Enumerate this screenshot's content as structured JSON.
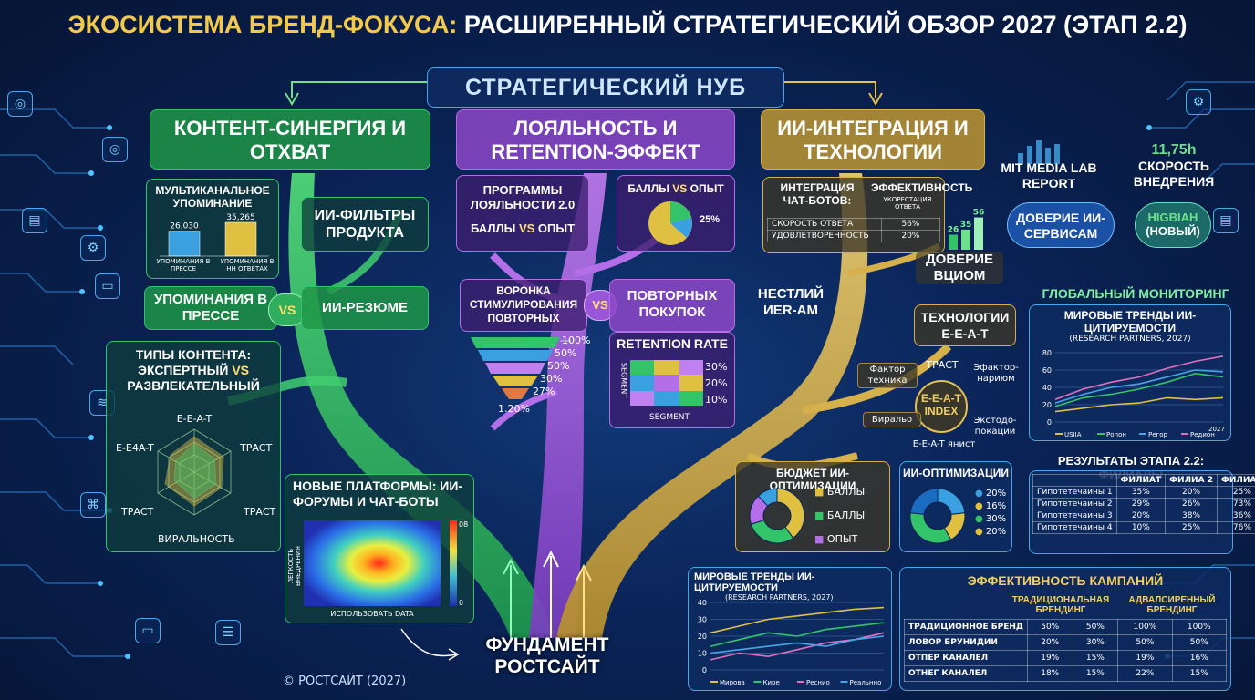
{
  "title": {
    "accent": "ЭКОСИСТЕМА БРЕНД-ФОКУСА:",
    "rest": "РАСШИРЕННЫЙ СТРАТЕГИЧЕСКИЙ ОБЗОР 2027 (ЭТАП 2.2)"
  },
  "hub": "СТРАТЕГИЧЕСКИЙ НУБ",
  "foundation": "ФУНДАМЕНТ РОСТСАЙТ",
  "copyright": "© РОСТСАЙТ (2027)",
  "colors": {
    "green": "#33c46a",
    "purple": "#b36ee8",
    "gold": "#d6b04a",
    "blue": "#47a6e8",
    "title_gold": "#f2c94c"
  },
  "branches": {
    "green": "КОНТЕНТ-СИНЕРГИЯ И ОТХВАТ",
    "purple": "ЛОЯЛЬНОСТЬ И RETENTION-ЭФФЕКТ",
    "gold": "ИИ-ИНТЕГРАЦИЯ И ТЕХНОЛОГИИ"
  },
  "multichannel": {
    "title": "МУЛЬТИКАНАЛЬНОЕ УПОМИНАНИЕ",
    "bars": [
      {
        "value": 26030,
        "label": "26,030",
        "caption": "УПОМИНАНИЯ В ПРЕССЕ",
        "color": "#3aa0e0"
      },
      {
        "value": 35265,
        "label": "35,265",
        "caption": "УПОМИНАНИЯ В НН ОТВЕТАХ",
        "color": "#e0c040"
      }
    ]
  },
  "ai_filters": "ИИ-ФИЛЬТРЫ ПРОДУКТА",
  "press_vs": {
    "left": "УПОМИНАНИЯ В ПРЕССЕ",
    "vs": "VS",
    "right": "ИИ-РЕЗЮМЕ"
  },
  "content_types": {
    "title_a": "ТИПЫ КОНТЕНТА:",
    "title_b": "ЭКСПЕРТНЫЙ",
    "vs": "VS",
    "title_c": "РАЗВЛЕКАТЕЛЬНЫЙ",
    "axes": [
      "E-E-A-T",
      "ТРАСТ",
      "ТРАСТ",
      "ВИРАЛЬНОСТЬ",
      "ТРАСТ",
      "E-E4A-T"
    ]
  },
  "new_platforms": {
    "title": "НОВЫЕ ПЛАТФОРМЫ: ИИ-ФОРУМЫ И ЧАТ-БОТЫ",
    "ylabel": "ЛЕГКОСТЬ ВНЕДРЕНИЯ",
    "xlabel": "ИСПОЛЬЗОВАТЬ DATA",
    "scale_max": "08",
    "scale_min": "0"
  },
  "loyalty_programs": {
    "title": "ПРОГРАММЫ ЛОЯЛЬНОСТИ 2.0",
    "sub_a": "БАЛЛЫ",
    "vs": "VS",
    "sub_b": "ОПЫТ"
  },
  "points_vs": {
    "a": "БАЛЛЫ",
    "vs": "VS",
    "b": "ОПЫТ",
    "pct": "25%"
  },
  "funnel": {
    "left": "ВОРОНКА СТИМУЛИРОВАНИЯ ПОВТОРНЫХ",
    "vs": "VS",
    "right": "ПОВТОРНЫХ ПОКУПОК",
    "levels": [
      "100%",
      "50%",
      "50%",
      "30%",
      "27%"
    ],
    "bottom": "1.20%"
  },
  "retention": {
    "title": "RETENTION RATE",
    "ylabel": "SEGMENT",
    "xlabel": "SEGMENT",
    "values": [
      "30%",
      "20%",
      "10%"
    ]
  },
  "chatbots": {
    "col_a": "ИНТЕГРАЦИЯ ЧАТ-БОТОВ:",
    "col_b": "ЭФФЕКТИВНОСТЬ",
    "col_b_sub": "УКОРЕСТАЦИЯ ОТВЕТА",
    "rows": [
      {
        "label": "СКОРОСТЬ ОТВЕТА",
        "value": "56%"
      },
      {
        "label": "УДОВЛЕТВОРЕННОСТЬ",
        "value": "20%"
      }
    ],
    "bars": [
      26,
      35,
      56
    ],
    "bar_labels": [
      "26",
      "35",
      "56"
    ]
  },
  "mit": "MIT MEDIA LAB REPORT",
  "speed": {
    "value": "11,75h",
    "label": "СКОРОСТЬ ВНЕДРЕНИЯ"
  },
  "trust_ai": "ДОВЕРИЕ ИИ-СЕРВИСАМ",
  "new_badge": {
    "top": "HIGBIAH",
    "bottom": "(НОВЫЙ)"
  },
  "trust_vc": "ДОВЕРИЕ ВЦИОМ",
  "nestly": "НЕСТЛИЙ ИЕR-AM",
  "eeat_tech": "ТЕХНОЛОГИИ E-E-A-T",
  "eeat_index": {
    "center_a": "E-E-A-T",
    "center_b": "INDEX",
    "labels": [
      "ТРАСТ",
      "Фактор техника",
      "Эфактор-нариюм",
      "Виральо",
      "Экстодо-покации",
      "E-E-A-T янист"
    ]
  },
  "budget": {
    "title": "БЮДЖЕТ ИИ-ОПТИМИЗАЦИИ",
    "legend": [
      "БАЛЛЫ",
      "БАЛЛЫ",
      "ОПЫТ"
    ],
    "slices": [
      40,
      30,
      18,
      12
    ],
    "slice_colors": [
      "#e0c040",
      "#33c46a",
      "#b36ee8",
      "#3aa0e0"
    ]
  },
  "ai_opt": {
    "title": "ИИ-ОПТИМИЗАЦИИ",
    "legend": [
      "20%",
      "16%",
      "30%",
      "20%"
    ],
    "slices": [
      20,
      16,
      30,
      20
    ],
    "slice_colors": [
      "#3aa0e0",
      "#e0c040",
      "#33c46a",
      "#1a6cc0"
    ]
  },
  "global_monitoring": {
    "title": "ГЛОБАЛЬНЫЙ МОНИТОРИНГ",
    "chart_title": "МИРОВЫЕ ТРЕНДЫ ИИ-ЦИТИРУЕМОСТИ",
    "chart_sub": "(RESEARCH PARTNERS, 2027)",
    "year": "2027"
  },
  "results": {
    "title": "РЕЗУЛЬТАТЫ ЭТАПА 2.2: ФИЛИАЛЫ",
    "header": [
      "",
      "ФИЛИАТ",
      "ФИЛИА 2",
      "ФИЛИАЛ"
    ],
    "rows": [
      [
        "Гипотетечаины 1",
        "35%",
        "20%",
        "25%"
      ],
      [
        "Гипотетечаины 2",
        "29%",
        "26%",
        "73%"
      ],
      [
        "Гипотетечаины 3",
        "20%",
        "38%",
        "36%"
      ],
      [
        "Гипотетечаины 4",
        "10%",
        "25%",
        "76%"
      ]
    ]
  },
  "campaign": {
    "title": "ЭФФЕКТИВНОСТЬ КАМПАНИЙ",
    "group_a": "ТРАДИЦИОНАЛЬНАЯ БРЕНДИНГ",
    "group_b": "АДВАЛСИРЕННЫЙ БРЕНДИНГ",
    "rows": [
      [
        "ТРАДИЦИОННОЕ БРЕНД",
        "50%",
        "50%",
        "100%",
        "100%"
      ],
      [
        "ЛОВОР БРУНИДИИ",
        "20%",
        "30%",
        "50%",
        "50%"
      ],
      [
        "ОТПЕР КАНАЛЕЛ",
        "19%",
        "15%",
        "19%",
        "16%"
      ],
      [
        "ОТНЕГ КАНАЛЕЛ",
        "18%",
        "15%",
        "22%",
        "15%"
      ]
    ]
  },
  "chart_data": [
    {
      "type": "line",
      "title": "МИРОВЫЕ ТРЕНДЫ ИИ-ЦИТИРУЕМОСТИ",
      "subtitle": "(RESEARCH PARTNERS, 2027)",
      "ylim": [
        0,
        80
      ],
      "yticks": [
        "0",
        "20",
        "40",
        "60",
        "80"
      ],
      "x": [
        0,
        1,
        2,
        3,
        4,
        5,
        6
      ],
      "series": [
        {
          "name": "USIIA",
          "color": "#e0c040",
          "values": [
            12,
            16,
            20,
            22,
            28,
            26,
            28
          ]
        },
        {
          "name": "Ропон",
          "color": "#33c46a",
          "values": [
            18,
            28,
            32,
            38,
            46,
            56,
            52
          ]
        },
        {
          "name": "Регор",
          "color": "#47a6e8",
          "values": [
            22,
            32,
            40,
            44,
            52,
            60,
            58
          ]
        },
        {
          "name": "Редион",
          "color": "#e070c0",
          "values": [
            26,
            38,
            46,
            52,
            62,
            70,
            76
          ]
        }
      ]
    },
    {
      "type": "line",
      "title": "МИРОВЫЕ ТРЕНДЫ ИИ-ЦИТИРУЕМОСТИ",
      "subtitle": "(RESEARCH PARTNERS, 2027)",
      "ylim": [
        0,
        40
      ],
      "yticks": [
        "0",
        "10",
        "20",
        "30",
        "40"
      ],
      "x": [
        0,
        1,
        2,
        3,
        4,
        5,
        6
      ],
      "series": [
        {
          "name": "Мирова",
          "color": "#e0c040",
          "values": [
            22,
            26,
            30,
            32,
            34,
            36,
            37
          ]
        },
        {
          "name": "Кире",
          "color": "#33c46a",
          "values": [
            14,
            18,
            22,
            20,
            24,
            26,
            28
          ]
        },
        {
          "name": "Реснио",
          "color": "#e070c0",
          "values": [
            6,
            10,
            8,
            12,
            16,
            18,
            22
          ]
        },
        {
          "name": "Реальнно",
          "color": "#47a6e8",
          "values": [
            10,
            12,
            14,
            16,
            14,
            18,
            20
          ]
        }
      ]
    }
  ]
}
